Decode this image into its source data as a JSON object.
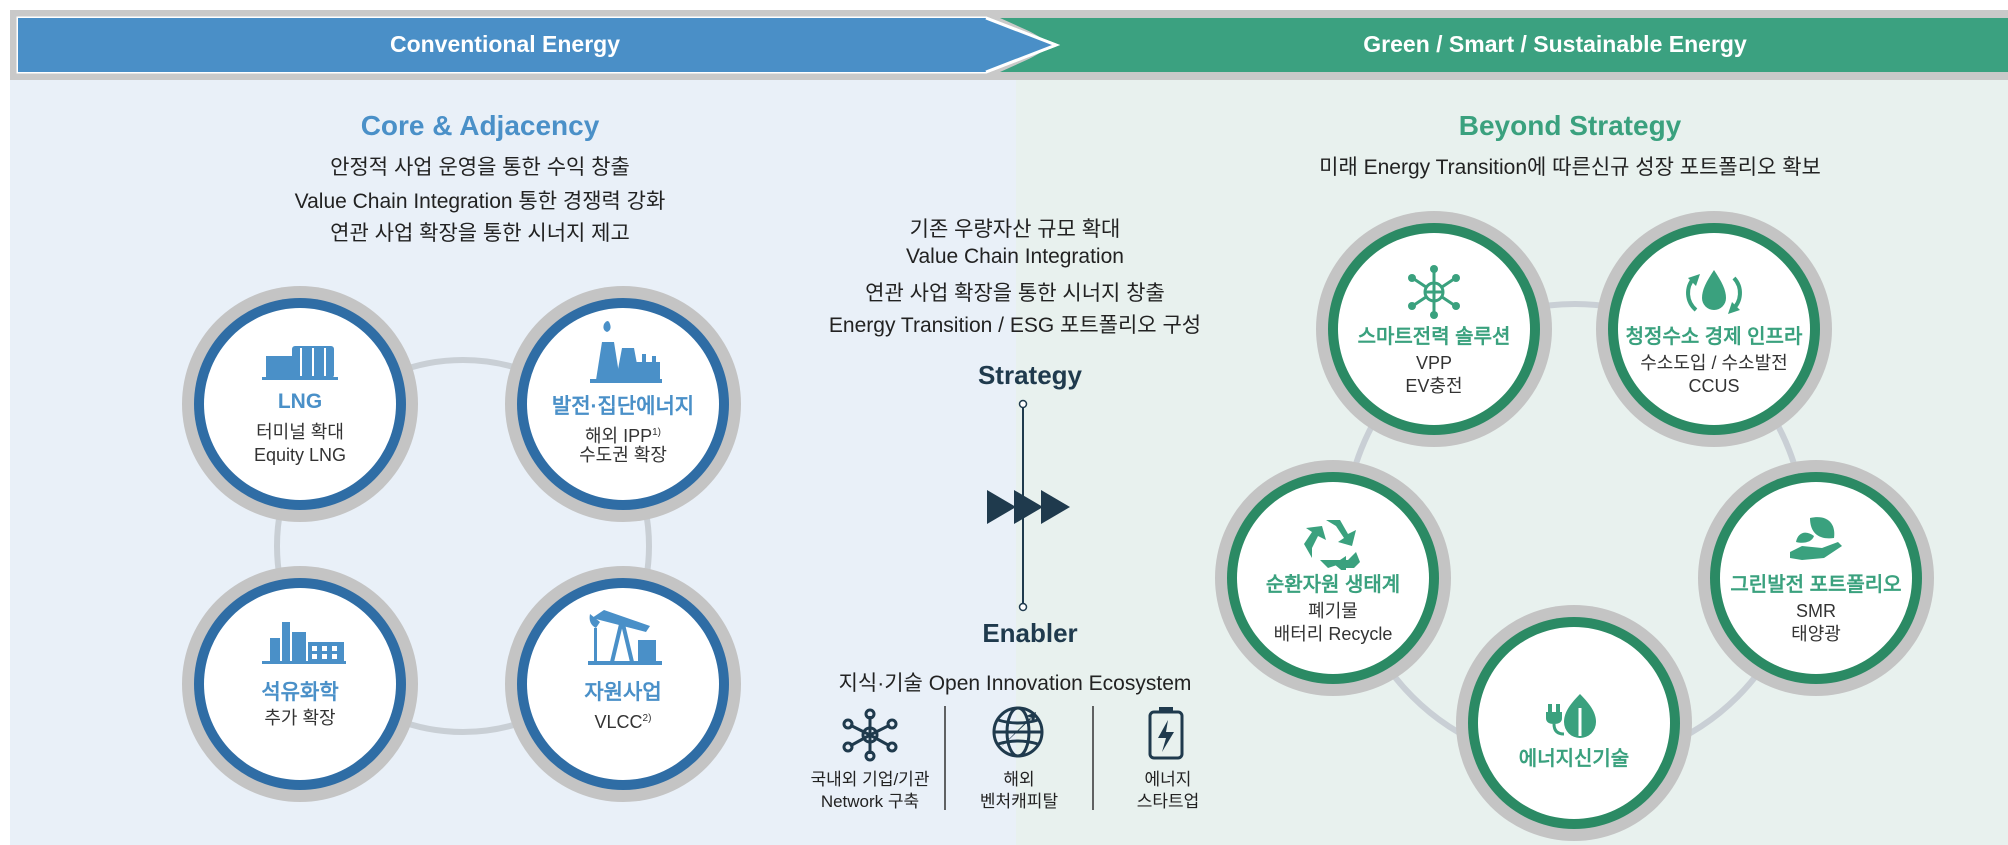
{
  "banner": {
    "left_label": "Conventional Energy",
    "right_label": "Green / Smart / Sustainable Energy"
  },
  "left": {
    "title": "Core & Adjacency",
    "lines": [
      "안정적 사업 운영을 통한 수익 창출",
      "Value Chain Integration 통한 경쟁력 강화",
      "연관 사업 확장을 통한 시너지 제고"
    ],
    "nodes": {
      "lng": {
        "title": "LNG",
        "line1": "터미널 확대",
        "line2": "Equity LNG"
      },
      "power": {
        "title": "발전·집단에너지",
        "line1": "해외 IPP",
        "footnote": "1)",
        "line2": "수도권 확장"
      },
      "petro": {
        "title": "석유화학",
        "line1": "추가 확장"
      },
      "resource": {
        "title": "자원사업",
        "line1": "VLCC",
        "footnote": "2)"
      }
    }
  },
  "center": {
    "strategy_lines": [
      "기존 우량자산 규모 확대",
      "Value Chain Integration",
      "연관 사업 확장을 통한 시너지 창출",
      "Energy Transition / ESG 포트폴리오 구성"
    ],
    "strategy_label": "Strategy",
    "enabler_label": "Enabler",
    "enabler_desc": "지식·기술 Open Innovation Ecosystem",
    "enablers": [
      {
        "line1": "국내외 기업/기관",
        "line2": "Network 구축"
      },
      {
        "line1": "해외",
        "line2": "벤처캐피탈"
      },
      {
        "line1": "에너지",
        "line2": "스타트업"
      }
    ]
  },
  "right": {
    "title": "Beyond Strategy",
    "line": "미래 Energy Transition에 따른신규 성장 포트폴리오 확보",
    "nodes": {
      "smartgrid": {
        "title": "스마트전력 솔루션",
        "line1": "VPP",
        "line2": "EV충전"
      },
      "hydrogen": {
        "title": "청정수소 경제 인프라",
        "line1": "수소도입 / 수소발전",
        "line2": "CCUS"
      },
      "recycle": {
        "title": "순환자원 생태계",
        "line1": "폐기물",
        "line2": "배터리 Recycle"
      },
      "green": {
        "title": "그린발전 포트폴리오",
        "line1": "SMR",
        "line2": "태양광"
      },
      "newtech": {
        "title": "에너지신기술"
      }
    }
  },
  "colors": {
    "blue": "#4a90c8",
    "blue_ring": "#2f6da5",
    "green": "#3aa17e",
    "green_ring": "#2b8a64",
    "navy": "#1f3a4d",
    "gray_ring": "#c4c4c4"
  }
}
